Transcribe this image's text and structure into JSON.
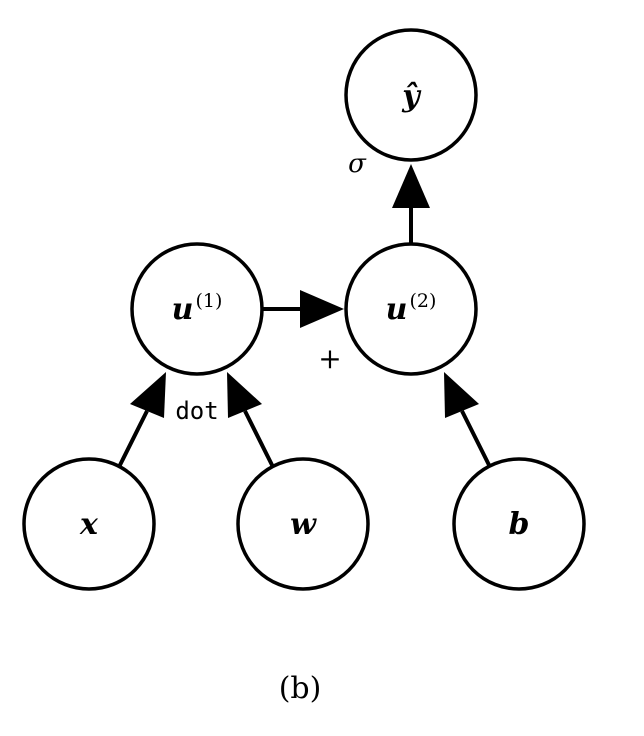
{
  "nodes": {
    "x": {
      "label": "x"
    },
    "w": {
      "label": "w"
    },
    "b": {
      "label": "b"
    },
    "u1": {
      "label": "u",
      "sup": "(1)"
    },
    "u2": {
      "label": "u",
      "sup": "(2)"
    },
    "yhat": {
      "label": "ŷ"
    }
  },
  "ops": {
    "dot": "dot",
    "plus": "+",
    "sigma": "σ"
  },
  "caption": "(b)"
}
